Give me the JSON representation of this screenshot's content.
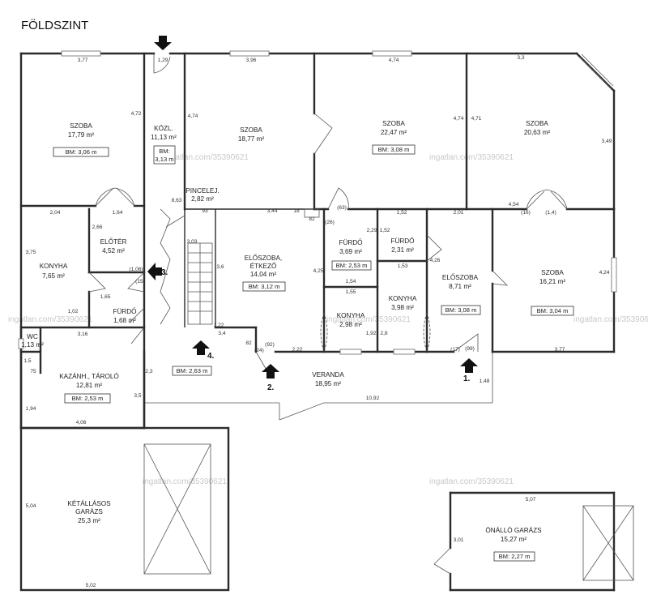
{
  "title": "FÖLDSZINT",
  "rooms": [
    {
      "id": "szoba-1",
      "name": "SZOBA",
      "area": "17,79 m²",
      "bm": "BM: 3,06 m"
    },
    {
      "id": "kozl",
      "name": "KÖZL.",
      "area": "11,13 m²",
      "bm": "BM:\n3,13 m"
    },
    {
      "id": "szoba-2",
      "name": "SZOBA",
      "area": "18,77 m²"
    },
    {
      "id": "szoba-3",
      "name": "SZOBA",
      "area": "22,47 m²",
      "bm": "BM: 3,08 m"
    },
    {
      "id": "szoba-4",
      "name": "SZOBA",
      "area": "20,63 m²"
    },
    {
      "id": "pincelej",
      "name": "PINCELEJ.",
      "area": "2,82 m²"
    },
    {
      "id": "eloter",
      "name": "ELŐTÉR",
      "area": "4,52 m²"
    },
    {
      "id": "konyha-1",
      "name": "KONYHA",
      "area": "7,65 m²"
    },
    {
      "id": "furdo-1",
      "name": "FÜRDŐ",
      "area": "1,68 m²"
    },
    {
      "id": "eloszoba-1",
      "name": "ELŐSZOBA,\nÉTKEZŐ",
      "area": "14,04 m²",
      "bm": "BM: 3,12 m"
    },
    {
      "id": "furdo-2",
      "name": "FÜRDŐ",
      "area": "3,69 m²",
      "bm": "BM: 2,53 m"
    },
    {
      "id": "furdo-3",
      "name": "FÜRDŐ",
      "area": "2,31 m²"
    },
    {
      "id": "konyha-2",
      "name": "KONYHA",
      "area": "2,98 m²"
    },
    {
      "id": "konyha-3",
      "name": "KONYHA",
      "area": "3,98 m²"
    },
    {
      "id": "eloszoba-2",
      "name": "ELŐSZOBA",
      "area": "8,71 m²",
      "bm": "BM: 3,08 m"
    },
    {
      "id": "szoba-5",
      "name": "SZOBA",
      "area": "16,21 m²",
      "bm": "BM: 3,04 m"
    },
    {
      "id": "wc",
      "name": "WC",
      "area": "1,13 m²"
    },
    {
      "id": "kazan",
      "name": "KAZÁNH., TÁROLÓ",
      "area": "12,81 m²",
      "bm": "BM: 2,53 m"
    },
    {
      "id": "veranda",
      "name": "VERANDA",
      "area": "18,95 m²"
    },
    {
      "id": "garazs-1",
      "name": "KÉTÁLLÁSOS\nGARÁZS",
      "area": "25,3 m²"
    },
    {
      "id": "garazs-2",
      "name": "ÖNÁLLÓ GARÁZS",
      "area": "15,27 m²",
      "bm": "BM: 2,27 m"
    }
  ],
  "stair_bm": "BM: 2,63 m",
  "entries": [
    "1.",
    "2.",
    "3.",
    "4."
  ],
  "dimensions": [
    "3,77",
    "1,29",
    "3,96",
    "4,74",
    "3,3",
    "4,72",
    "4,74",
    "4,74",
    "4,71",
    "3,49",
    "8,63",
    "2,04",
    "1,64",
    "2,66",
    "3,75",
    "3,44",
    "18",
    "82",
    "(63)",
    "(26)",
    "93",
    "4,54",
    "(16)",
    "(1,4)",
    "2,29",
    "1,52",
    "1,52",
    "2,01",
    "3,03",
    "1,65",
    "3,6",
    "(1,06)",
    "(15)",
    "4,25",
    "1,54",
    "1,55",
    "1,53",
    "4,26",
    "4,24",
    "1,02",
    "3,16",
    "1,22",
    "3,4",
    "82",
    "(24)",
    "(92)",
    "2,22",
    "1,92",
    "2,8",
    "(17)",
    "(99)",
    "3,77",
    "1,5",
    "75",
    "2,3",
    "1,48",
    "3,5",
    "1,94",
    "10,92",
    "4,06",
    "5,04",
    "5,02",
    "5,07",
    "3,01"
  ],
  "watermark": "ingatlan.com/35390621"
}
